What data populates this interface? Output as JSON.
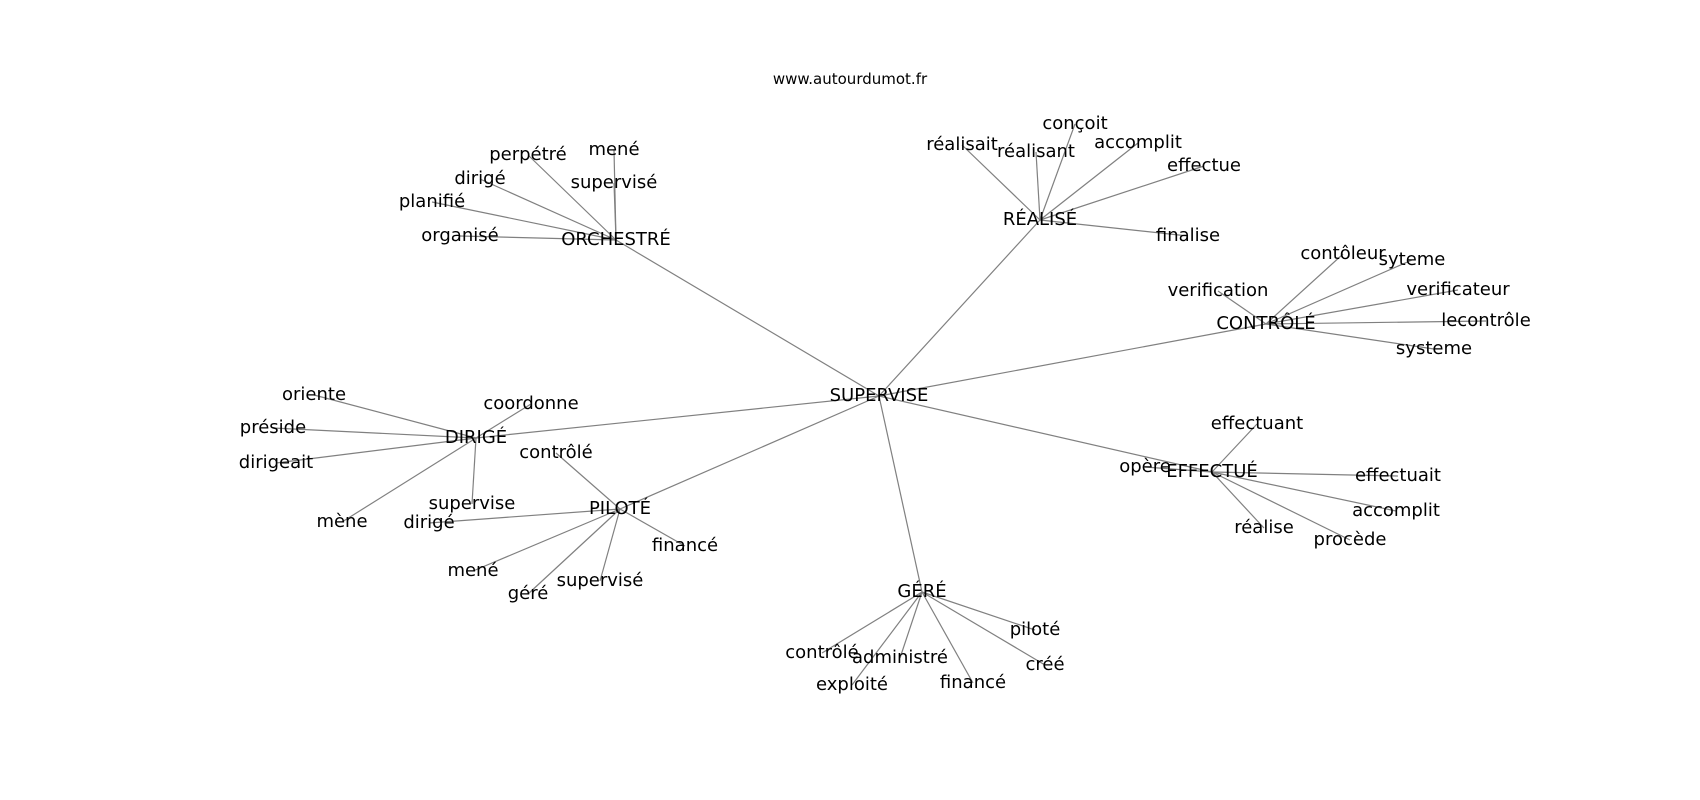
{
  "watermark": "www.autourdumot.fr",
  "root": "SUPERVISE",
  "clusters": [
    {
      "hub": "ORCHESTRÉ",
      "leaves": [
        "organisé",
        "planifié",
        "dirigé",
        "perpétré",
        "mené",
        "supervisé"
      ]
    },
    {
      "hub": "RÉALISÉ",
      "leaves": [
        "réalisait",
        "réalisant",
        "conçoit",
        "accomplit",
        "effectue",
        "finalise"
      ]
    },
    {
      "hub": "CONTRÔLÉ",
      "leaves": [
        "verification",
        "contôleur",
        "syteme",
        "verificateur",
        "lecontrôle",
        "systeme"
      ]
    },
    {
      "hub": "EFFECTUÉ",
      "leaves": [
        "effectuant",
        "opère",
        "effectuait",
        "accomplit",
        "procède",
        "réalise"
      ]
    },
    {
      "hub": "GÉRÉ",
      "leaves": [
        "contrôlé",
        "administré",
        "exploité",
        "financé",
        "créé",
        "piloté"
      ]
    },
    {
      "hub": "PILOTÉ",
      "leaves": [
        "contrôlé",
        "dirigé",
        "mené",
        "géré",
        "supervisé",
        "financé"
      ]
    },
    {
      "hub": "DIRIGÉ",
      "leaves": [
        "oriente",
        "préside",
        "dirigeait",
        "mène",
        "supervise",
        "coordonne"
      ]
    }
  ]
}
